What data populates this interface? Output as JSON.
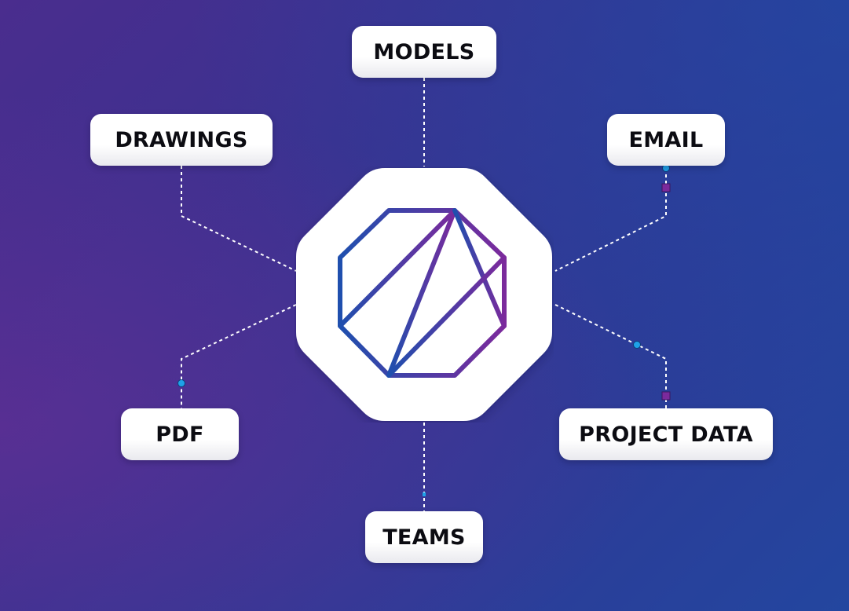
{
  "diagram": {
    "hub": {
      "icon": "octagon-logo-icon",
      "gradient_start": "#1f4fae",
      "gradient_end": "#7b2a9c"
    },
    "nodes": {
      "models": "MODELS",
      "drawings": "DRAWINGS",
      "email": "EMAIL",
      "pdf": "PDF",
      "project_data": "PROJECT DATA",
      "teams": "TEAMS"
    },
    "connector_color": "#ffffff",
    "marker_dot_color": "#1fa2e8",
    "marker_square_color": "#7b2a9c"
  }
}
